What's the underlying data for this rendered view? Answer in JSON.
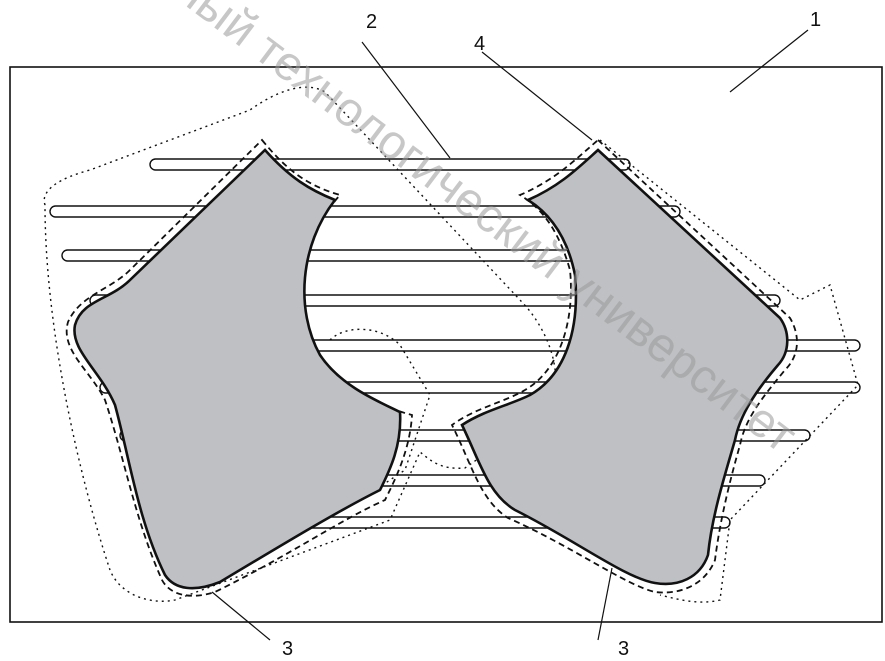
{
  "figure": {
    "labels": {
      "one": "1",
      "two": "2",
      "three_left": "3",
      "three_right": "3",
      "four": "4"
    },
    "watermark": "Витебский государственный технологический университет"
  },
  "colors": {
    "line": "#111111",
    "piece_fill": "#bfc0c3",
    "background": "#ffffff"
  }
}
